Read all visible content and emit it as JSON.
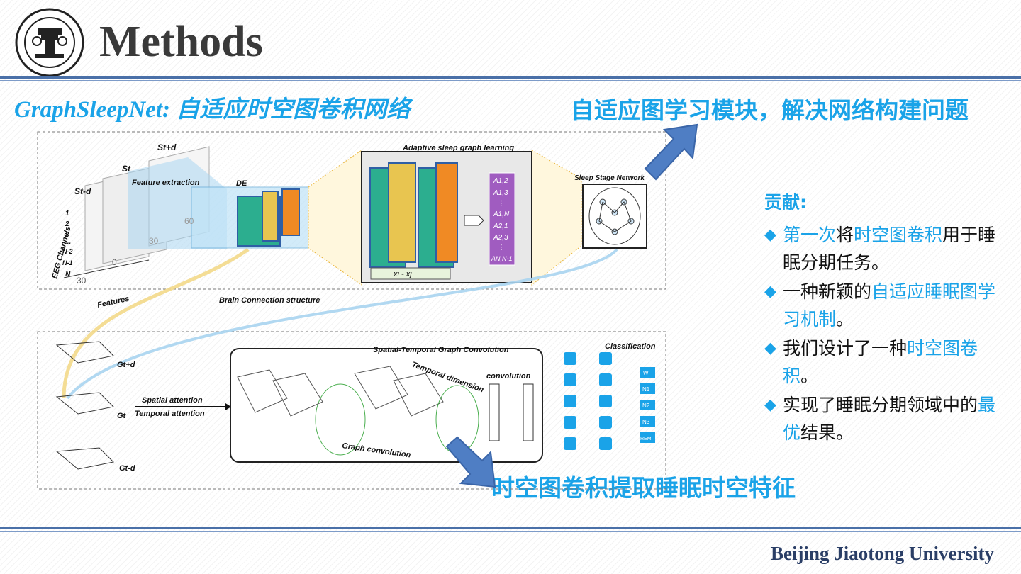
{
  "header": {
    "title": "Methods"
  },
  "subtitle": {
    "en": "GraphSleepNet: ",
    "zh": "自适应时空图卷积网络"
  },
  "callouts": {
    "top": "自适应图学习模块，解决网络构建问题",
    "bottom": "时空图卷积提取睡眠时空特征"
  },
  "contributions": {
    "heading": "贡献:",
    "items": [
      {
        "parts": [
          {
            "t": "第一次",
            "hl": true
          },
          {
            "t": "将",
            "hl": false
          },
          {
            "t": "时空图卷积",
            "hl": true
          },
          {
            "t": "用于睡眠分期任务。",
            "hl": false
          }
        ]
      },
      {
        "parts": [
          {
            "t": "一种新颖的",
            "hl": false
          },
          {
            "t": "自适应睡眠图学习机制",
            "hl": true
          },
          {
            "t": "。",
            "hl": false
          }
        ]
      },
      {
        "parts": [
          {
            "t": "我们设计了一种",
            "hl": false
          },
          {
            "t": "时空图卷积",
            "hl": true
          },
          {
            "t": "。",
            "hl": false
          }
        ]
      },
      {
        "parts": [
          {
            "t": "实现了睡眠分期领域中的",
            "hl": false
          },
          {
            "t": "最优",
            "hl": true
          },
          {
            "t": "结果。",
            "hl": false
          }
        ]
      }
    ]
  },
  "figure": {
    "st_minus": "St-d",
    "st": "St",
    "st_plus": "St+d",
    "feature_extraction": "Feature extraction",
    "de": "DE",
    "eeg_channels": "EEG Channels",
    "channels": [
      "1",
      "2",
      "3",
      "...",
      "N-2",
      "N-1",
      "N"
    ],
    "axis_ticks": [
      "30",
      "0",
      "30",
      "60"
    ],
    "adaptive_title": "Adaptive sleep graph learning",
    "xdiff": "xi - xj",
    "a_labels": [
      "A1,2",
      "A1,3",
      "⋮",
      "A1,N",
      "A2,1",
      "A2,3",
      "⋮",
      "AN,N-1"
    ],
    "sleep_stage_network": "Sleep Stage Network",
    "features": "Features",
    "brain_connection": "Brain Connection structure",
    "g_plus": "Gt+d",
    "g_t": "Gt",
    "g_minus": "Gt-d",
    "spatial_attention": "Spatial attention",
    "temporal_attention": "Temporal attention",
    "stgc_title": "Spatial-Temporal Graph Convolution",
    "temporal_dimension": "Temporal dimension",
    "convolution": "convolution",
    "graph_convolution": "Graph convolution",
    "classification": "Classification",
    "classes": [
      "W",
      "N1",
      "N2",
      "N3",
      "REM"
    ]
  },
  "footer": {
    "university": "Beijing Jiaotong University"
  },
  "colors": {
    "accent": "#1aa3e8",
    "rule": "#4a70a8",
    "arrow": "#4f7ec4"
  }
}
